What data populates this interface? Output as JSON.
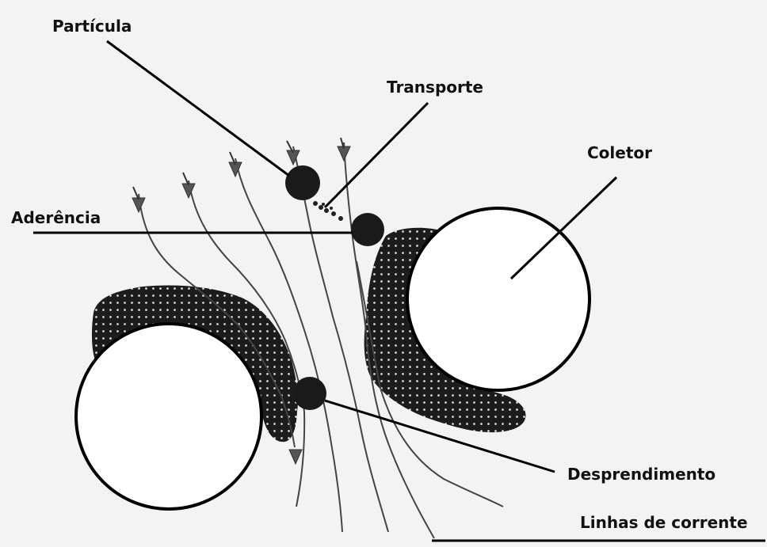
{
  "labels": {
    "particula": "Partícula",
    "transporte": "Transporte",
    "coletor": "Coletor",
    "aderencia": "Aderência",
    "desprendimento": "Desprendimento",
    "linhas_corrente": "Linhas de corrente"
  },
  "colors": {
    "background": "#f3f3f3",
    "deposit": "#1c1c1c",
    "line": "#000000",
    "streamline": "#444444"
  },
  "icons": [
    "arrowhead-down-icon",
    "particle-icon",
    "collector-circle-icon",
    "deposit-layer-icon"
  ]
}
